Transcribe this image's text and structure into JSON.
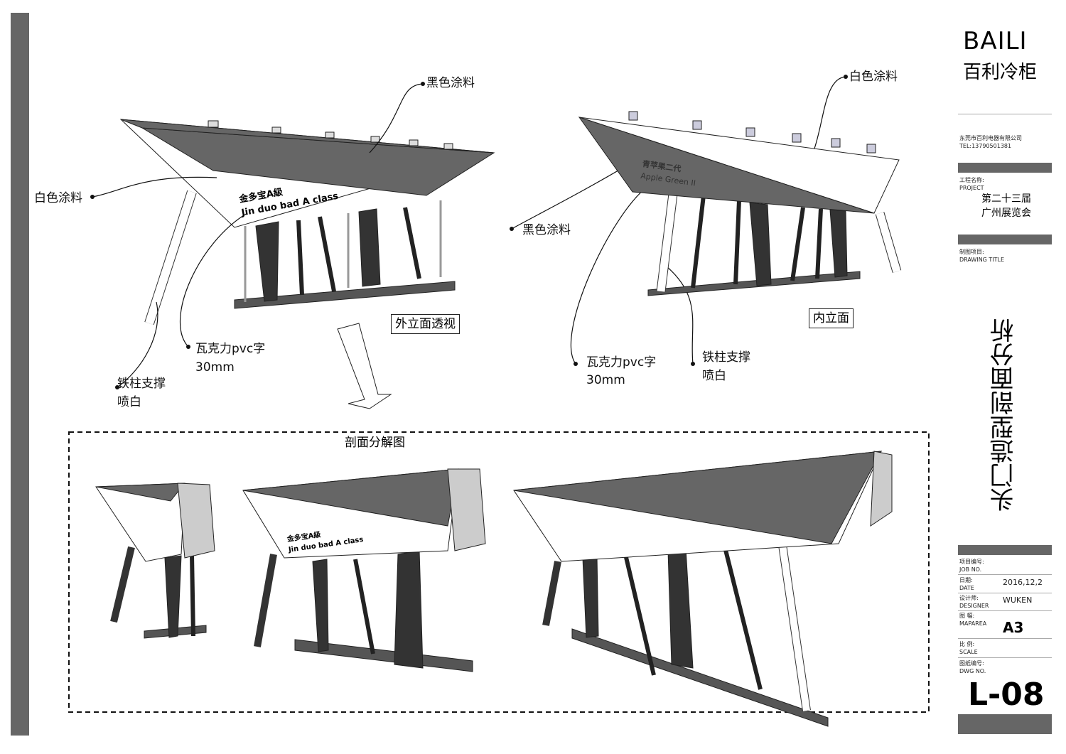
{
  "brand": {
    "name": "BAILI",
    "name_cn": "百利冷柜",
    "company": "东莞市百利电器有限公司",
    "tel": "TEL:13790501381"
  },
  "title_block": {
    "project_label_cn": "工程名称:",
    "project_label": "PROJECT",
    "project_line1": "第二十三届",
    "project_line2": "广州展览会",
    "drawing_title_label_cn": "制图项目:",
    "drawing_title_label": "DRAWING TITLE",
    "drawing_title": "头门造型剖面分析",
    "job_no_cn": "项目编号:",
    "job_no": "JOB NO.",
    "date_cn": "日期:",
    "date_label": "DATE",
    "date": "2016,12,2",
    "designer_cn": "设计师:",
    "designer_label": "DESIGNER",
    "designer": "WUKEN",
    "maparea_cn": "图  幅:",
    "maparea_label": "MAPAREA",
    "maparea": "A3",
    "scale_cn": "比  例:",
    "scale_label": "SCALE",
    "dwg_no_cn": "图纸编号:",
    "dwg_no_label": "DWG NO.",
    "dwg_no": "L-08"
  },
  "views": {
    "outer": {
      "title": "外立面透视",
      "black_paint": "黑色涂料",
      "white_paint": "白色涂料",
      "acrylic": "瓦克力pvc字",
      "acrylic_size": "30mm",
      "pillar": "铁柱支撑",
      "pillar2": "喷白",
      "sign_cn": "金多宝A級",
      "sign_en": "Jin duo bad A class"
    },
    "inner": {
      "title": "内立面",
      "white_paint": "白色涂料",
      "black_paint": "黑色涂料",
      "acrylic": "瓦克力pvc字",
      "acrylic_size": "30mm",
      "pillar": "铁柱支撑",
      "pillar2": "喷白",
      "sign_cn": "青苹果二代",
      "sign_en": "Apple Green II"
    },
    "section": {
      "title": "剖面分解图",
      "sign_cn": "金多宝A級",
      "sign_en": "Jin duo bad A class"
    }
  }
}
